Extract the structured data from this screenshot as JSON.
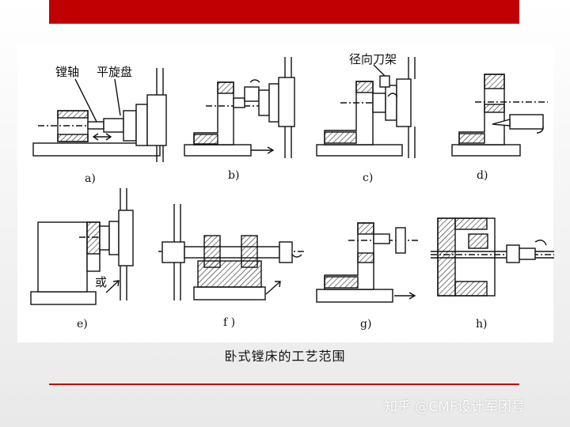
{
  "figure": {
    "callouts": {
      "boring_spindle": "镗轴",
      "facing_head": "平旋盘",
      "radial_tool_holder": "径向刀架",
      "or": "或"
    },
    "panel_labels": [
      "a)",
      "b)",
      "c)",
      "d)",
      "e)",
      "f )",
      "g)",
      "h)"
    ]
  },
  "caption": "卧式镗床的工艺范围",
  "watermark": "知乎 @CMF设计军团号",
  "colors": {
    "accent": "#c00000",
    "line": "#111111"
  }
}
